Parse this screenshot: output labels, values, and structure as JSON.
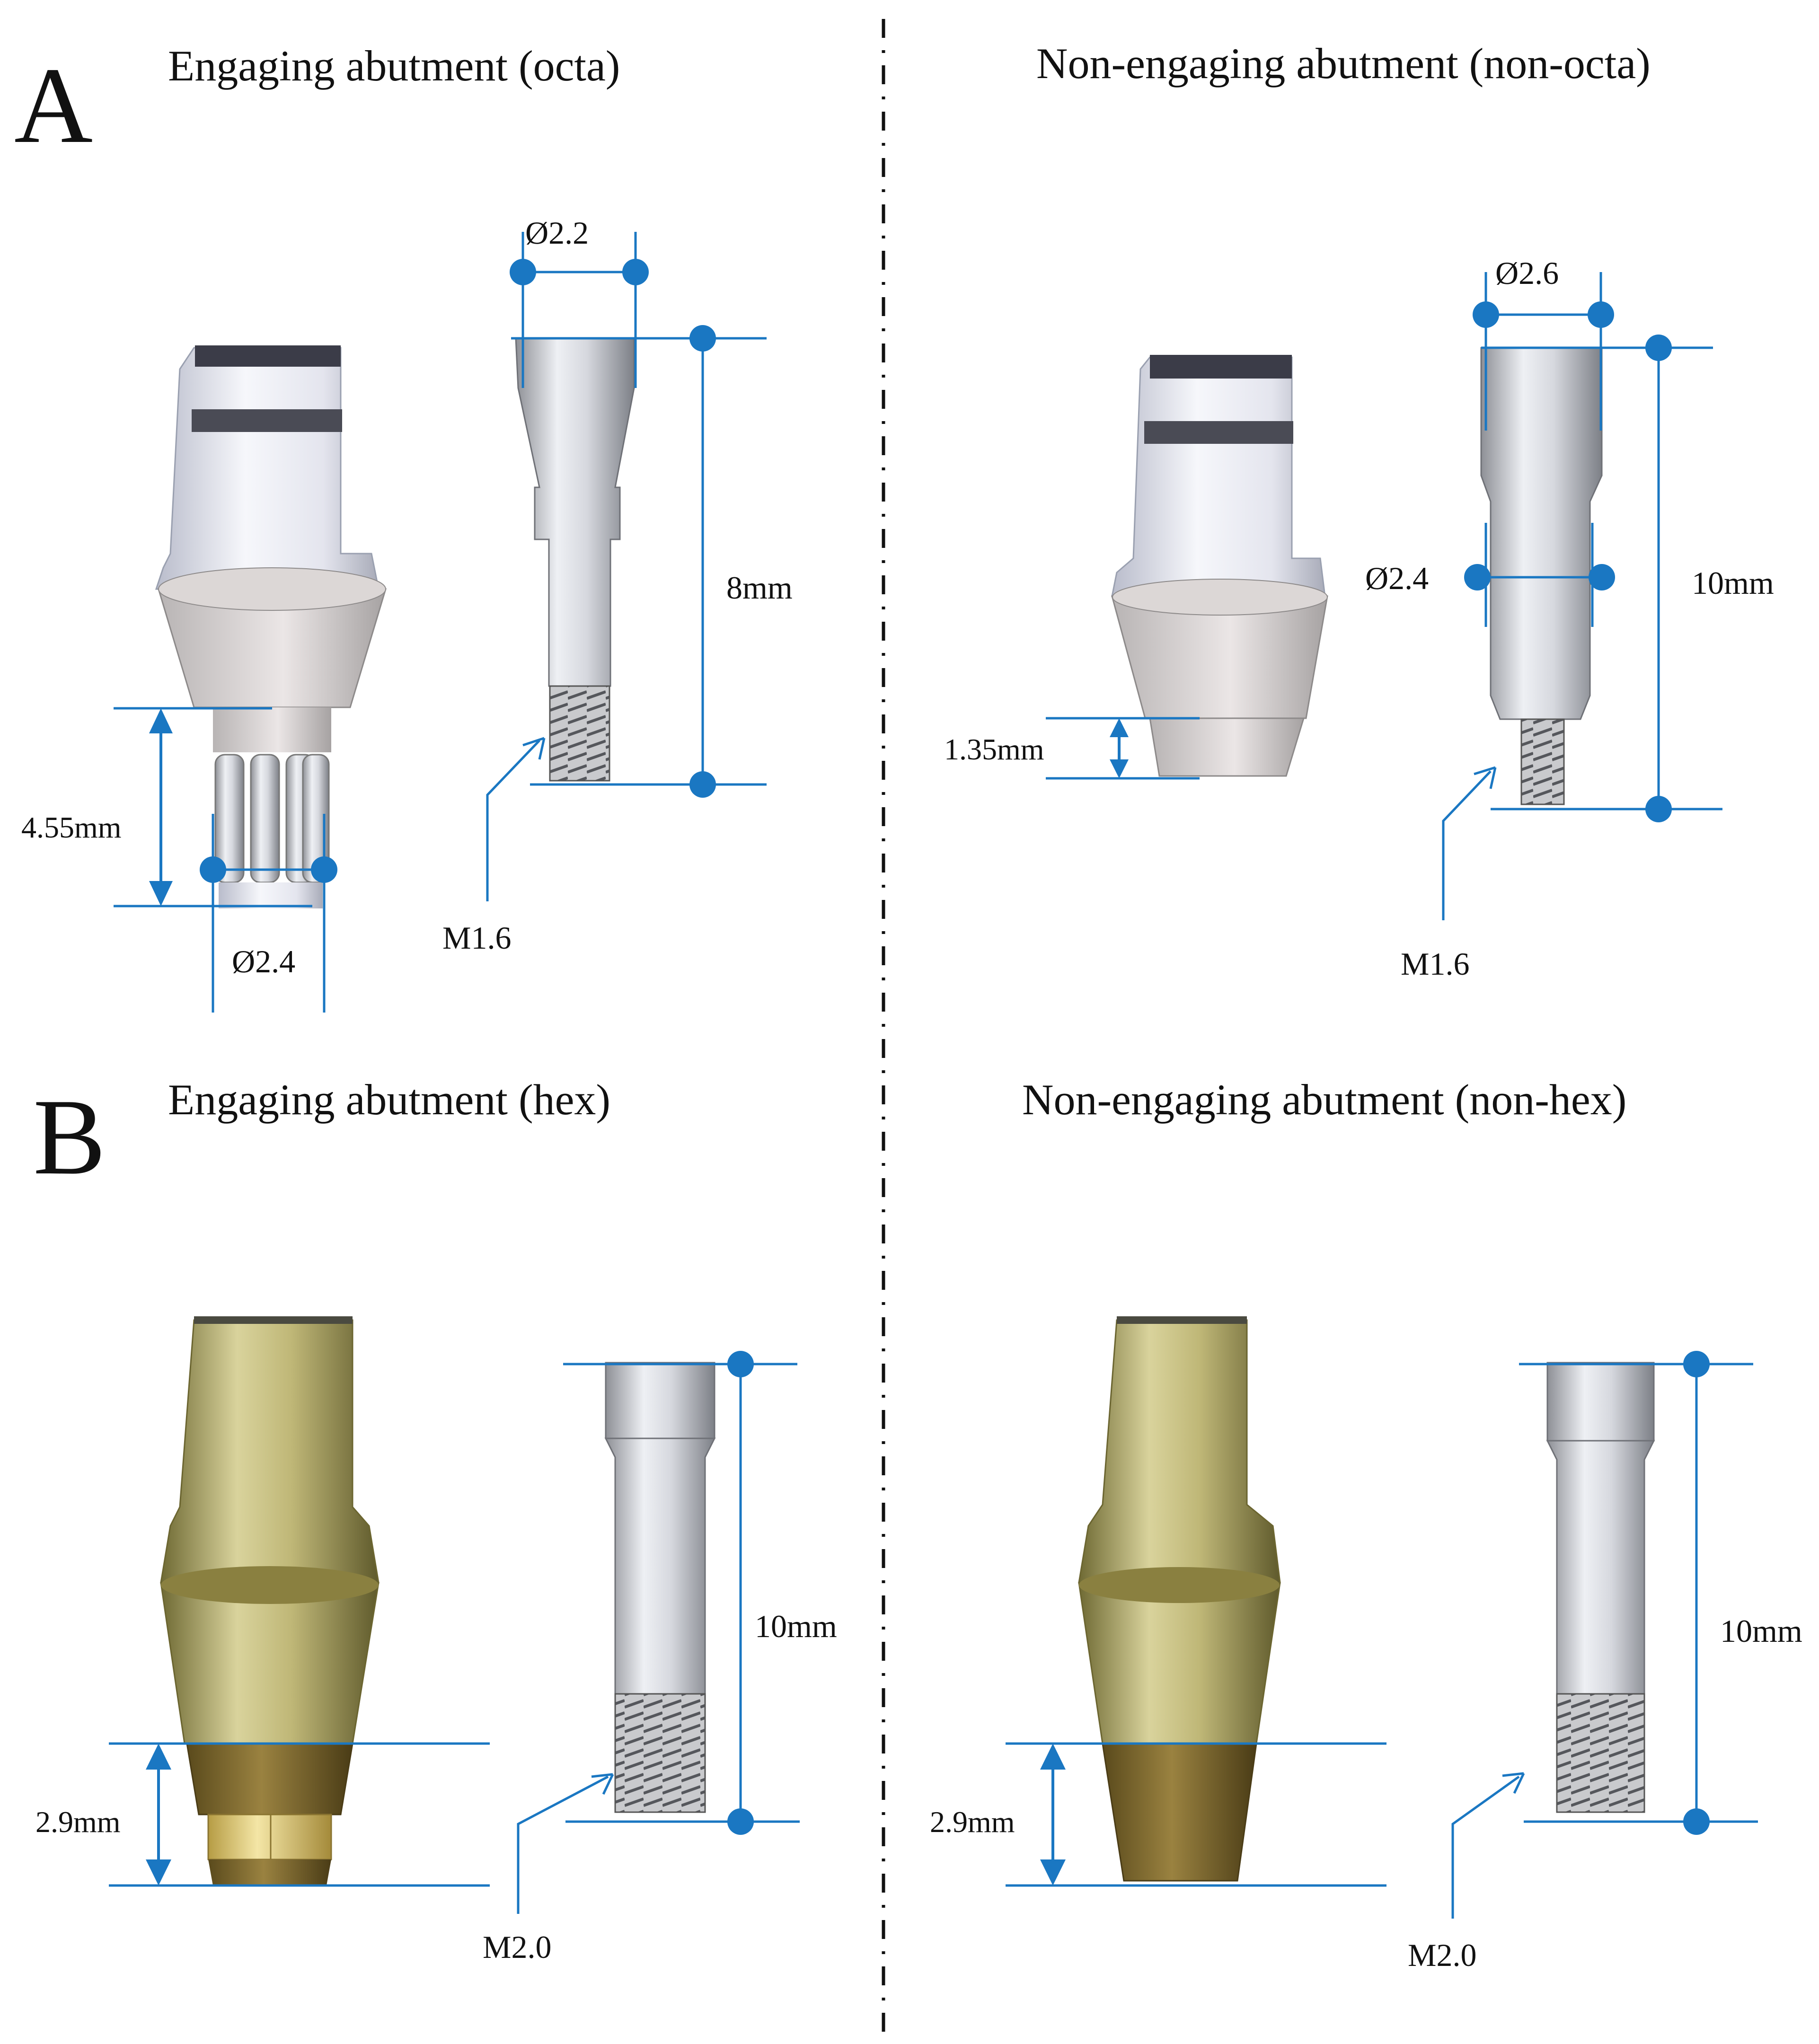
{
  "panels": {
    "A": {
      "letter": "A",
      "left_title": "Engaging abutment (octa)",
      "right_title": "Non-engaging abutment (non-octa)",
      "left": {
        "screw_diameter": "Ø2.2",
        "screw_length": "8mm",
        "connection_height": "4.55mm",
        "connection_diameter": "Ø2.4",
        "thread": "M1.6"
      },
      "right": {
        "screw_head_diameter": "Ø2.6",
        "screw_shank_diameter": "Ø2.4",
        "screw_length": "10mm",
        "connection_height": "1.35mm",
        "thread": "M1.6"
      }
    },
    "B": {
      "letter": "B",
      "left_title": "Engaging abutment (hex)",
      "right_title": "Non-engaging abutment (non-hex)",
      "left": {
        "screw_length": "10mm",
        "connection_height": "2.9mm",
        "thread": "M2.0"
      },
      "right": {
        "screw_length": "10mm",
        "connection_height": "2.9mm",
        "thread": "M2.0"
      }
    }
  },
  "colors": {
    "dimension": "#1a77c2",
    "divider": "#111111",
    "titanium_gold": "#a39a52",
    "titanium_silver": "#c8c9cc"
  }
}
